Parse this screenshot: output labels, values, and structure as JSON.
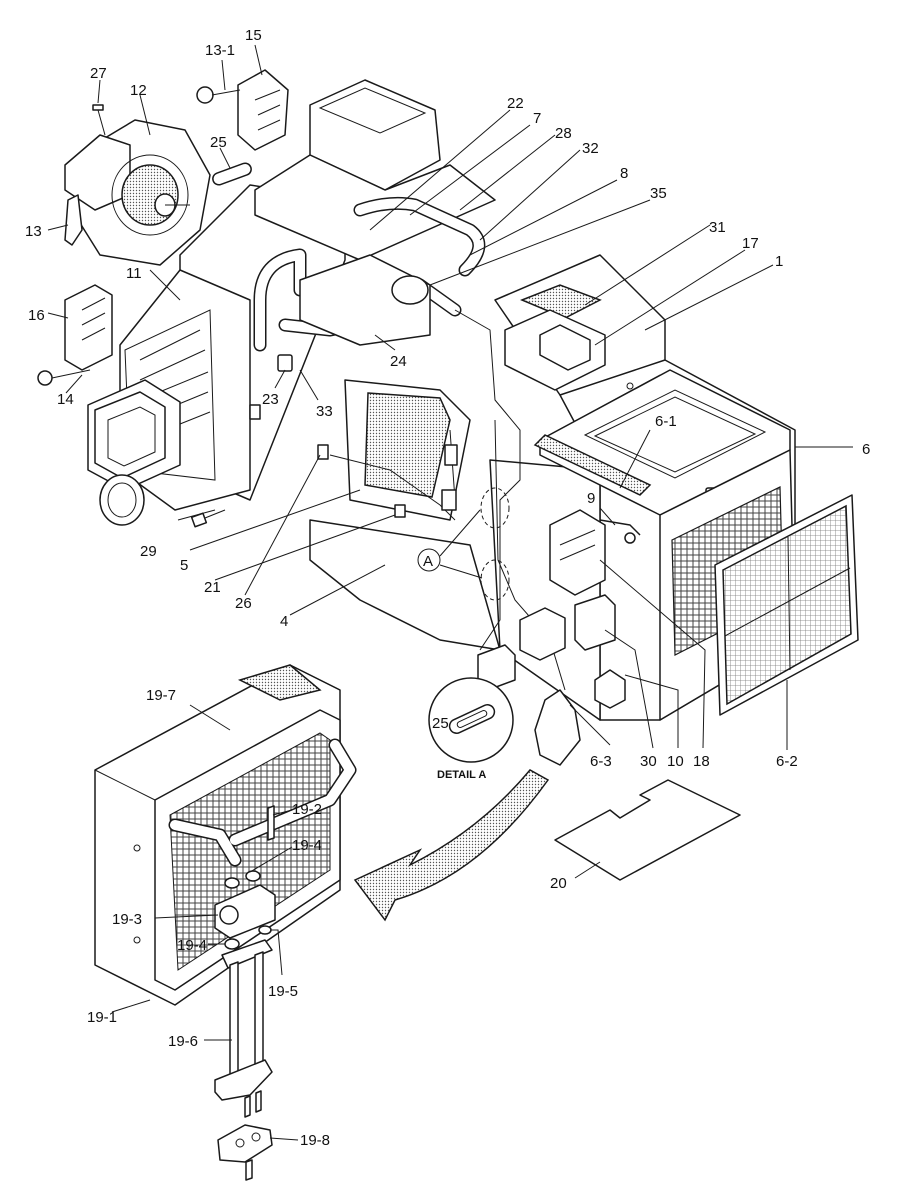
{
  "labels": {
    "p1": "1",
    "p4": "4",
    "p5": "5",
    "p6": "6",
    "p6_1": "6-1",
    "p6_2": "6-2",
    "p6_3": "6-3",
    "p7": "7",
    "p8": "8",
    "p9": "9",
    "p10": "10",
    "p11": "11",
    "p12": "12",
    "p13": "13",
    "p13_1": "13-1",
    "p14": "14",
    "p15": "15",
    "p16": "16",
    "p17": "17",
    "p18": "18",
    "p19_1": "19-1",
    "p19_2": "19-2",
    "p19_3": "19-3",
    "p19_4a": "19-4",
    "p19_4b": "19-4",
    "p19_5": "19-5",
    "p19_6": "19-6",
    "p19_7": "19-7",
    "p19_8": "19-8",
    "p20": "20",
    "p21": "21",
    "p22": "22",
    "p23": "23",
    "p24": "24",
    "p25": "25",
    "p25_detail": "25",
    "p26": "26",
    "p27": "27",
    "p28": "28",
    "p29": "29",
    "p30": "30",
    "p31": "31",
    "p32": "32",
    "p33": "33",
    "p35": "35",
    "callout_a": "A"
  },
  "detail": {
    "title": "DETAIL A"
  }
}
